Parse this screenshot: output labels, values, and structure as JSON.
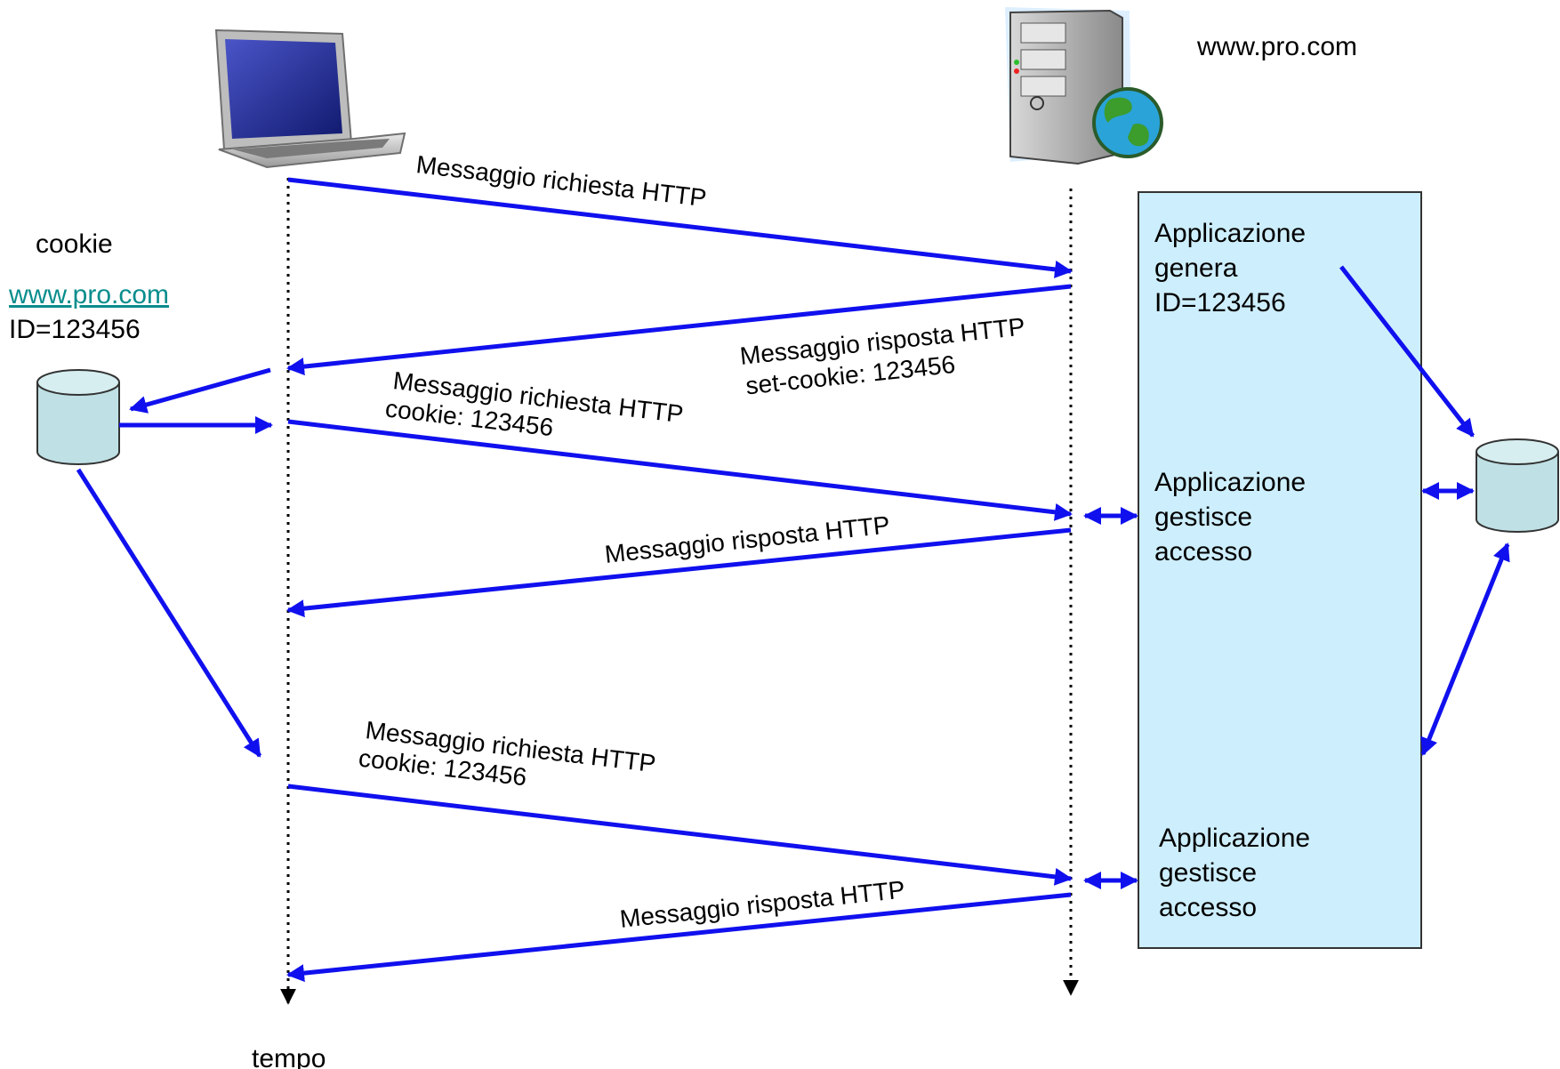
{
  "server_name": "www.pro.com",
  "client_store": {
    "title": "cookie",
    "site": "www.pro.com",
    "id": "ID=123456"
  },
  "time_label": "tempo",
  "messages": {
    "req1": [
      "Messaggio richiesta HTTP"
    ],
    "resp1": [
      "Messaggio risposta HTTP",
      "set-cookie: 123456"
    ],
    "req2": [
      "Messaggio richiesta HTTP",
      "cookie: 123456"
    ],
    "resp2": [
      "Messaggio risposta HTTP"
    ],
    "req3": [
      "Messaggio richiesta HTTP",
      "cookie: 123456"
    ],
    "resp3": [
      "Messaggio risposta HTTP"
    ]
  },
  "app_box": {
    "step1": [
      "Applicazione",
      "genera",
      "ID=123456"
    ],
    "step2": [
      "Applicazione",
      "gestisce",
      "accesso"
    ],
    "step3": [
      "Applicazione",
      "gestisce",
      "accesso"
    ]
  },
  "colors": {
    "arrow": "#1010ee",
    "app_box_fill": "#cdeefc",
    "database_fill": "#bfe0e4",
    "link": "#0a8d8d"
  },
  "icons": [
    "laptop-icon",
    "server-icon",
    "globe-icon",
    "database-icon"
  ]
}
